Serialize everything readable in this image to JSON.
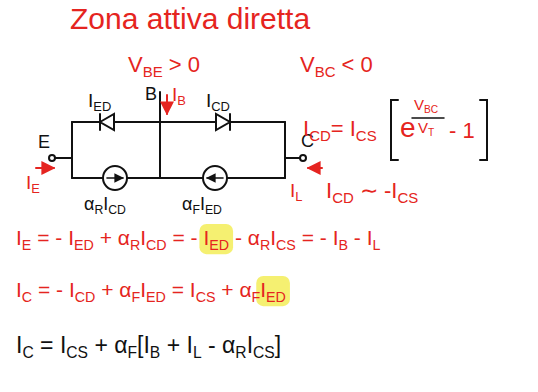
{
  "diagram": {
    "title": "Zona attiva diretta",
    "labels": [
      "VBE > 0",
      "VBC < 0",
      "IED",
      "B",
      "IB",
      "ICD",
      "E",
      "IE",
      "C",
      "IL",
      "αRICD",
      "αFIED",
      "ICD= ICS",
      "e",
      "VBC",
      "VT",
      "- 1",
      "ICD ∼ -ICS",
      "IE = - IED + αRICD = - IED - αRICS = - IB - IL",
      "IC = - ICD + αFIED = ICS + αFIED",
      "IC = ICS + αF[IB + IL - αRICS]"
    ]
  }
}
